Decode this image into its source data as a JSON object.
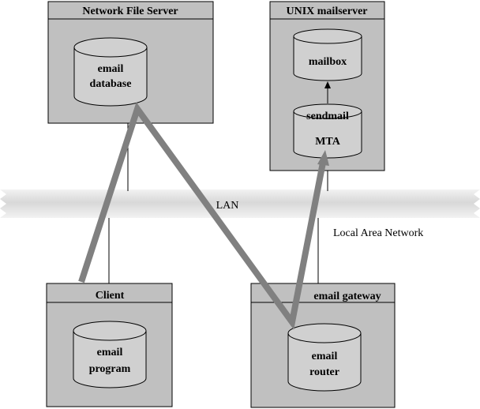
{
  "boxes": {
    "nfs": {
      "title": "Network File Server",
      "db_line1": "email",
      "db_line2": "database"
    },
    "unix": {
      "title": "UNIX mailserver",
      "mailbox": "mailbox",
      "sendmail": "sendmail",
      "mta": "MTA"
    },
    "client": {
      "title": "Client",
      "line1": "email",
      "line2": "program"
    },
    "gateway": {
      "title": "email gateway",
      "line1": "email",
      "line2": "router"
    }
  },
  "network": {
    "lan": "LAN",
    "description": "Local Area Network"
  },
  "colors": {
    "box_fill": "#c0c0c0",
    "cylinder_fill": "#d0d0d0",
    "flow_path": "#808080",
    "lan_band": "#e0e0e0"
  }
}
